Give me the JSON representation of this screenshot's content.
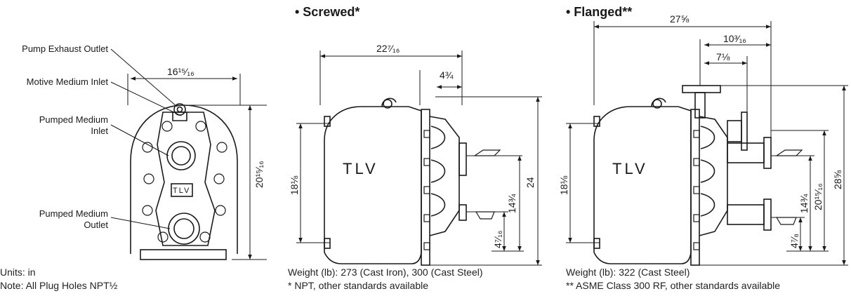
{
  "callouts": {
    "pump_exhaust_outlet": "Pump Exhaust Outlet",
    "motive_medium_inlet": "Motive Medium Inlet",
    "pumped_medium_inlet_line1": "Pumped Medium",
    "pumped_medium_inlet_line2": "Inlet",
    "pumped_medium_outlet_line1": "Pumped Medium",
    "pumped_medium_outlet_line2": "Outlet"
  },
  "notes": {
    "units": "Units: in",
    "plug_holes": "Note: All Plug Holes NPT½"
  },
  "front_view": {
    "width_dim": "16¹⁵⁄₁₆",
    "height_dim": "20¹⁵⁄₁₆",
    "brand": "TLV"
  },
  "screwed": {
    "title": "• Screwed*",
    "width_dim": "22⁷⁄₁₆",
    "offset_dim": "4¾",
    "height_dim": "24",
    "left_dim": "18⅛",
    "mid_dim": "14¾",
    "low_dim": "4⁷⁄₁₆",
    "brand": "TLV",
    "weight": "Weight (lb): 273 (Cast Iron), 300 (Cast Steel)",
    "footnote": "* NPT, other standards available"
  },
  "flanged": {
    "title": "• Flanged**",
    "width_dim": "27⅝",
    "offset1_dim": "10³⁄₁₆",
    "offset2_dim": "7⅛",
    "height_dim": "28⅝",
    "height2_dim": "20¹⁵⁄₁₆",
    "left_dim": "18⅛",
    "mid_dim": "14¾",
    "low_dim": "4⁷⁄₈",
    "brand": "TLV",
    "weight": "Weight (lb): 322 (Cast Steel)",
    "footnote": "** ASME Class 300 RF, other standards available"
  }
}
